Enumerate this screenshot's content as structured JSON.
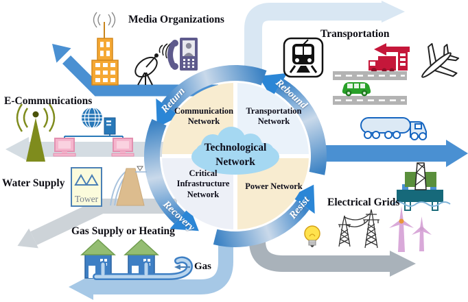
{
  "labels": {
    "media_organizations": "Media Organizations",
    "transportation": "Transportation",
    "e_communications": "E-Communications",
    "water_supply": "Water Supply",
    "electrical_grids": "Electrical Grids",
    "gas_supply_or_heating": "Gas Supply or Heating",
    "gas": "Gas",
    "water_tower": "Tower"
  },
  "ring": {
    "return": "Return",
    "rebound": "Rebound",
    "recovery": "Recovery",
    "resist": "Resist"
  },
  "center": {
    "lines": [
      "Technological",
      "Network"
    ]
  },
  "quadrants": {
    "communication": {
      "lines": [
        "Communication",
        "Network"
      ]
    },
    "transportation": {
      "lines": [
        "Transportation",
        "Network"
      ]
    },
    "critical_infrastructure": {
      "lines": [
        "Critical",
        "Infrastructure",
        "Network"
      ]
    },
    "power": {
      "lines": [
        "Power Network"
      ]
    }
  },
  "icons": [
    "broadcast-building",
    "satellite-dish",
    "mobile-phone",
    "internet-globe",
    "network-server",
    "desktop-computer",
    "radio-antenna",
    "water-tower",
    "dam",
    "house",
    "gas-pipe",
    "train",
    "cargo-truck",
    "road",
    "car",
    "airplane",
    "tanker-truck",
    "oil-platform",
    "light-bulb",
    "transmission-towers",
    "wind-turbine"
  ],
  "colors": {
    "ring_blue": "#3a80c5",
    "ring_arrowhead": "#2b86d6",
    "arrow_blue": "#4a90d2",
    "pale_top_arrow": "#d9e7f3",
    "gas_arrow": "#a6c8e6",
    "light_gray_arrow": "#d4dce2",
    "mid_gray_arrow": "#cdd3d8",
    "dark_gray_arrow": "#a9b2ba",
    "quad_cream": "#f8ecd0",
    "quad_blue": "#eaf2fa",
    "cloud_blue": "#a5d8f2"
  }
}
